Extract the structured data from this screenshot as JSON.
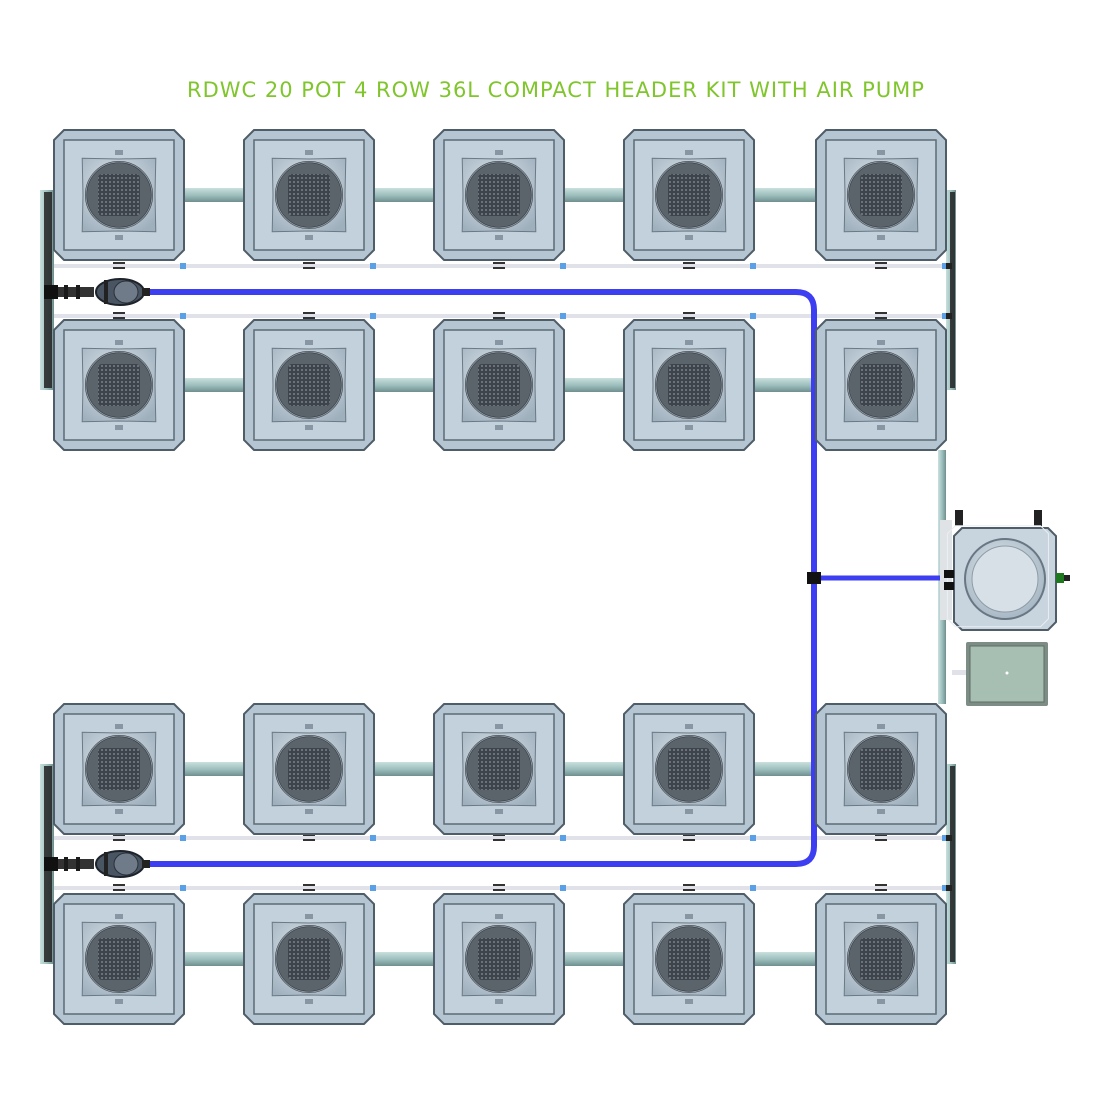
{
  "title": "RDWC 20 POT 4 ROW 36L COMPACT HEADER KIT WITH AIR PUMP",
  "colors": {
    "title": "#7fc52b",
    "pot_body": "#b5c6d2",
    "pot_edge": "#4f5d68",
    "net_pot": "#4a5058",
    "pipe": "#9fc1bf",
    "air_line": "#e1e1ea",
    "water_line": "#3d3df2",
    "fitting": "#5aa0e6",
    "brain_tank": "#c8d4de",
    "air_pump": "#a7bfb3"
  },
  "layout": {
    "rows": 4,
    "pots_per_row": 5,
    "total_pots": 20,
    "reservoir_volume": "36L"
  },
  "components": {
    "pots": "pot-icon",
    "header_pump": "pump-icon",
    "brain_tank": "control-bucket-icon",
    "air_pump": "air-pump-icon"
  }
}
